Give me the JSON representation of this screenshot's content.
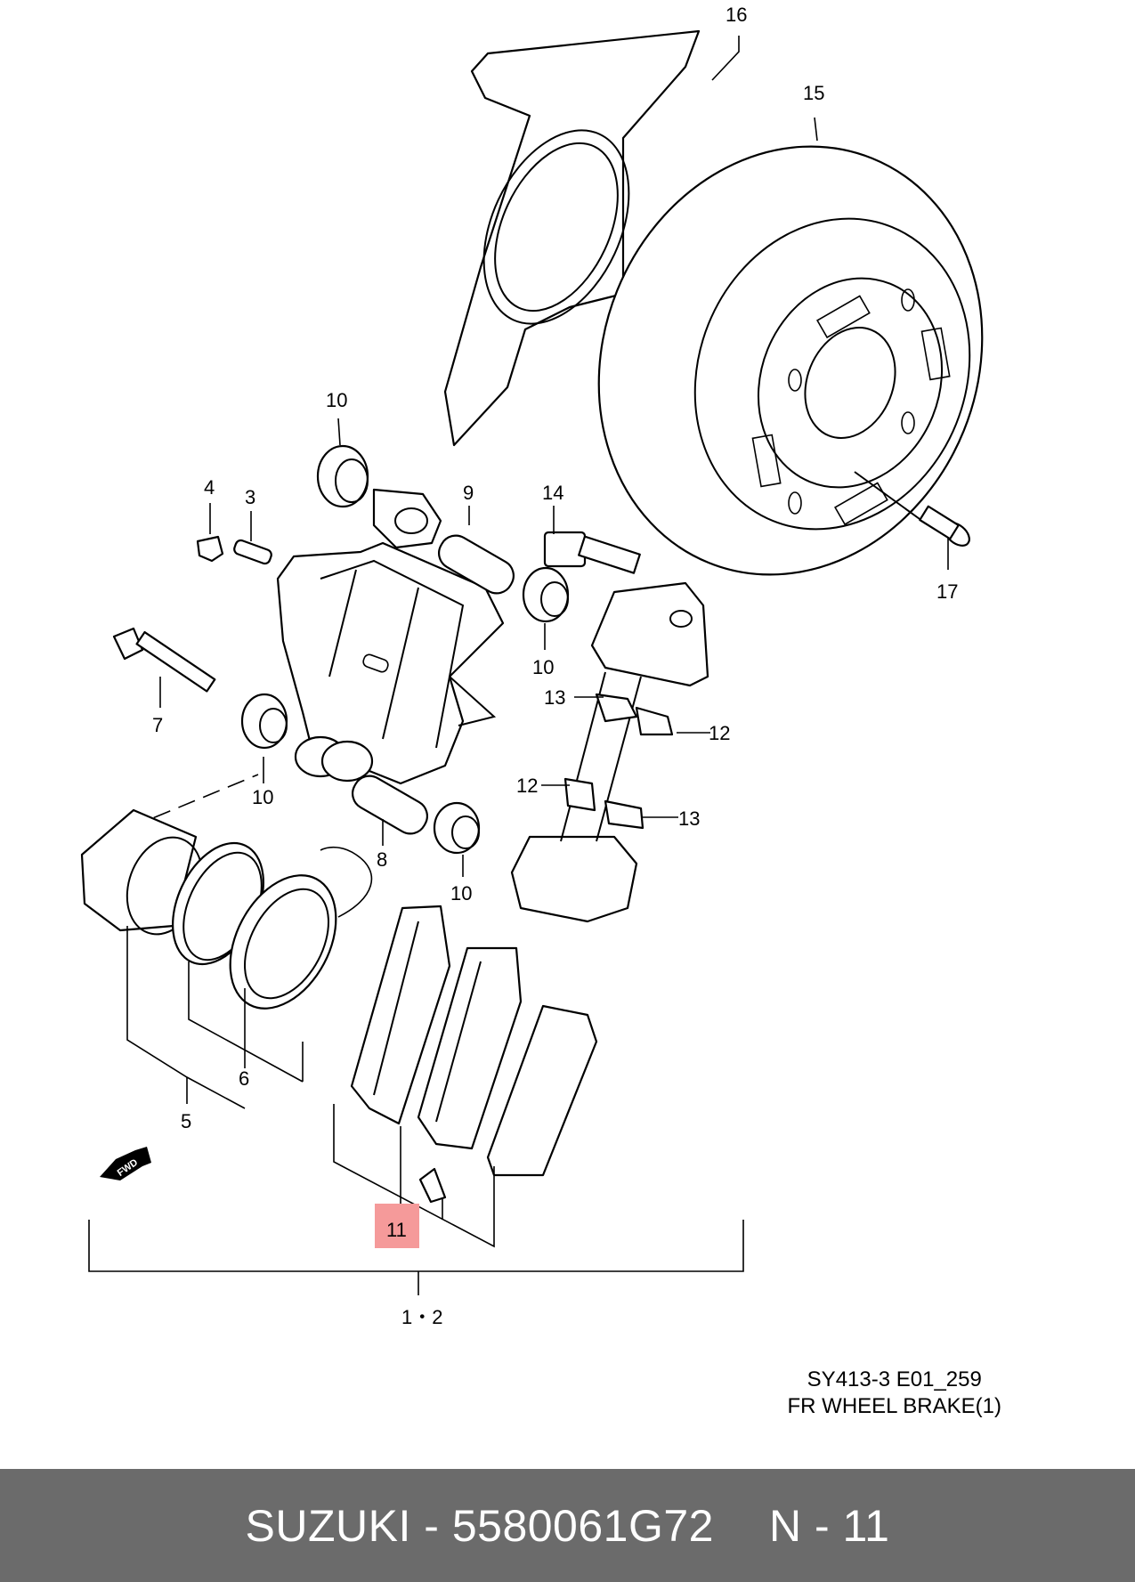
{
  "diagram": {
    "callouts": {
      "c1": "16",
      "c2": "15",
      "c3": "10",
      "c4": "4",
      "c5": "3",
      "c6": "9",
      "c7": "14",
      "c8": "17",
      "c9": "7",
      "c10": "10",
      "c11": "13",
      "c12": "12",
      "c13": "10",
      "c14": "12",
      "c15": "13",
      "c16": "8",
      "c17": "10",
      "c18": "5",
      "c19": "6",
      "c20": "11",
      "c21": "1・2"
    },
    "highlighted_part": "11",
    "fwd_label": "FWD",
    "caption": {
      "code": "SY413-3 E01_259",
      "title": "FR WHEEL BRAKE(1)"
    },
    "highlight_color": "#f59a9a"
  },
  "footer": {
    "brand_part": "SUZUKI - 5580061G72",
    "ref": "N - 11"
  }
}
